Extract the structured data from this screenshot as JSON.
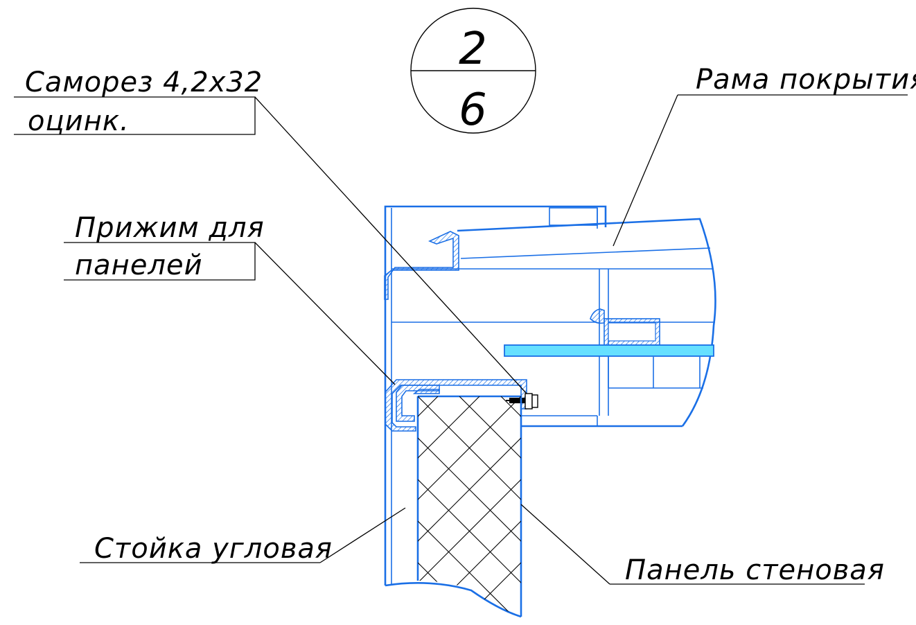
{
  "view_marker": {
    "top": "2",
    "bottom": "6"
  },
  "labels": {
    "screw_line1": "Саморез 4,2х32",
    "screw_line2": "оцинк.",
    "clamp_line1": "Прижим для",
    "clamp_line2": "панелей",
    "roof_frame": "Рама покрытия",
    "corner_post": "Стойка угловая",
    "wall_panel": "Панель стеновая"
  },
  "colors": {
    "outline": "#1a6fe6",
    "glazing": "#66e0ff",
    "leader": "#000000"
  }
}
